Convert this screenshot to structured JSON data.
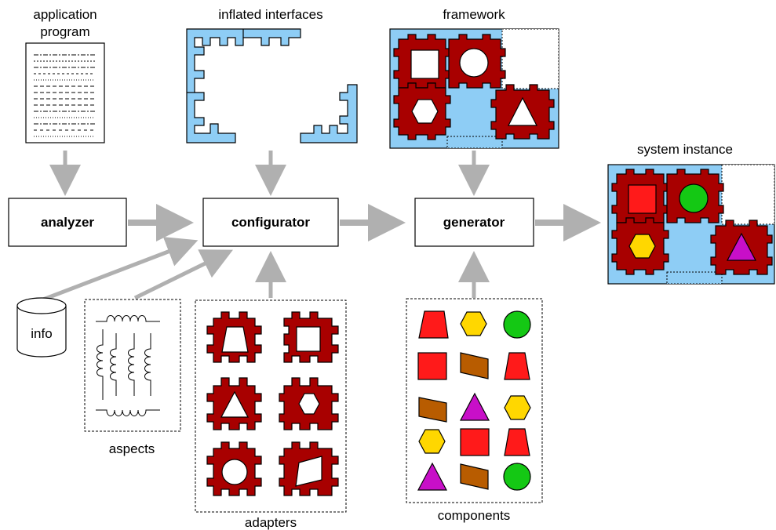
{
  "labels": {
    "application_program_line1": "application",
    "application_program_line2": "program",
    "inflated_interfaces": "inflated interfaces",
    "framework": "framework",
    "system_instance": "system instance",
    "info": "info",
    "aspects": "aspects",
    "adapters": "adapters",
    "components": "components"
  },
  "boxes": {
    "analyzer": "analyzer",
    "configurator": "configurator",
    "generator": "generator"
  },
  "colors": {
    "blue": "#8ecdf5",
    "dark_red": "#a80000",
    "red": "#ff1a1a",
    "gold": "#ffd700",
    "green": "#14c814",
    "magenta": "#c80fc8",
    "brown": "#b85c00",
    "arrow": "#b0b0b0"
  }
}
